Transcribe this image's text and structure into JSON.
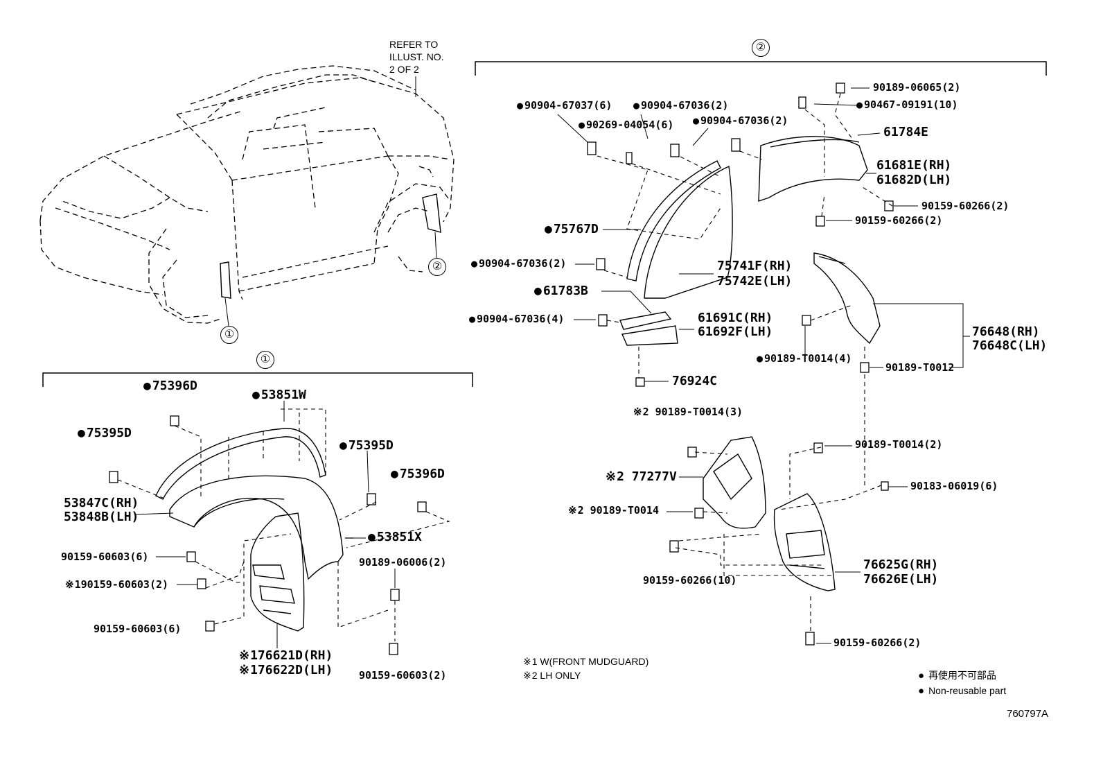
{
  "refer_note": [
    "REFER TO",
    "ILLUST. NO.",
    "2 OF 2"
  ],
  "section_markers": {
    "one": "①",
    "two": "②"
  },
  "car_callouts": [
    "①",
    "②"
  ],
  "section1_labels": [
    {
      "code": "75396D",
      "dot": true
    },
    {
      "code": "53851W",
      "dot": true
    },
    {
      "code": "75395D",
      "dot": true
    },
    {
      "code": "75395D",
      "dot": true
    },
    {
      "code": "75396D",
      "dot": true
    },
    {
      "code": "53847C(RH)",
      "dot": false
    },
    {
      "code": "53848B(LH)",
      "dot": false
    },
    {
      "code": "53851X",
      "dot": true
    },
    {
      "code": "90159-60603(6)",
      "dot": false
    },
    {
      "code": "90189-06006(2)",
      "dot": false
    },
    {
      "code": "190159-60603(2)",
      "dot": false,
      "note": true
    },
    {
      "code": "90159-60603(6)",
      "dot": false
    },
    {
      "code": "176621D(RH)",
      "dot": false,
      "note": true
    },
    {
      "code": "176622D(LH)",
      "dot": false,
      "note": true
    },
    {
      "code": "90159-60603(2)",
      "dot": false
    }
  ],
  "section2_labels": [
    {
      "code": "90904-67037(6)",
      "dot": true
    },
    {
      "code": "90904-67036(2)",
      "dot": true
    },
    {
      "code": "90269-04054(6)",
      "dot": true
    },
    {
      "code": "90904-67036(2)",
      "dot": true
    },
    {
      "code": "90189-06065(2)",
      "dot": false
    },
    {
      "code": "90467-09191(10)",
      "dot": true
    },
    {
      "code": "61784E",
      "dot": false
    },
    {
      "code": "61681E(RH)",
      "dot": false
    },
    {
      "code": "61682D(LH)",
      "dot": false
    },
    {
      "code": "90159-60266(2)",
      "dot": false
    },
    {
      "code": "90159-60266(2)",
      "dot": false
    },
    {
      "code": "75767D",
      "dot": true
    },
    {
      "code": "90904-67036(2)",
      "dot": true
    },
    {
      "code": "75741F(RH)",
      "dot": false
    },
    {
      "code": "75742E(LH)",
      "dot": false
    },
    {
      "code": "61783B",
      "dot": true
    },
    {
      "code": "90904-67036(4)",
      "dot": true
    },
    {
      "code": "61691C(RH)",
      "dot": false
    },
    {
      "code": "61692F(LH)",
      "dot": false
    },
    {
      "code": "76648(RH)",
      "dot": false
    },
    {
      "code": "76648C(LH)",
      "dot": false
    },
    {
      "code": "90189-T0014(4)",
      "dot": true
    },
    {
      "code": "90189-T0012",
      "dot": false
    },
    {
      "code": "76924C",
      "dot": false
    },
    {
      "code": "2 90189-T0014(3)",
      "dot": false,
      "note": true
    },
    {
      "code": "2 77277V",
      "dot": false,
      "note": true
    },
    {
      "code": "2 90189-T0014",
      "dot": false,
      "note": true
    },
    {
      "code": "90189-T0014(2)",
      "dot": false
    },
    {
      "code": "90183-06019(6)",
      "dot": false
    },
    {
      "code": "90159-60266(10)",
      "dot": false
    },
    {
      "code": "76625G(RH)",
      "dot": false
    },
    {
      "code": "76626E(LH)",
      "dot": false
    },
    {
      "code": "90159-60266(2)",
      "dot": false
    }
  ],
  "footnotes": [
    "1 W(FRONT MUDGUARD)",
    "2 LH ONLY"
  ],
  "legend": [
    "再使用不可部品",
    "Non-reusable part"
  ],
  "figure_id": "760797A"
}
